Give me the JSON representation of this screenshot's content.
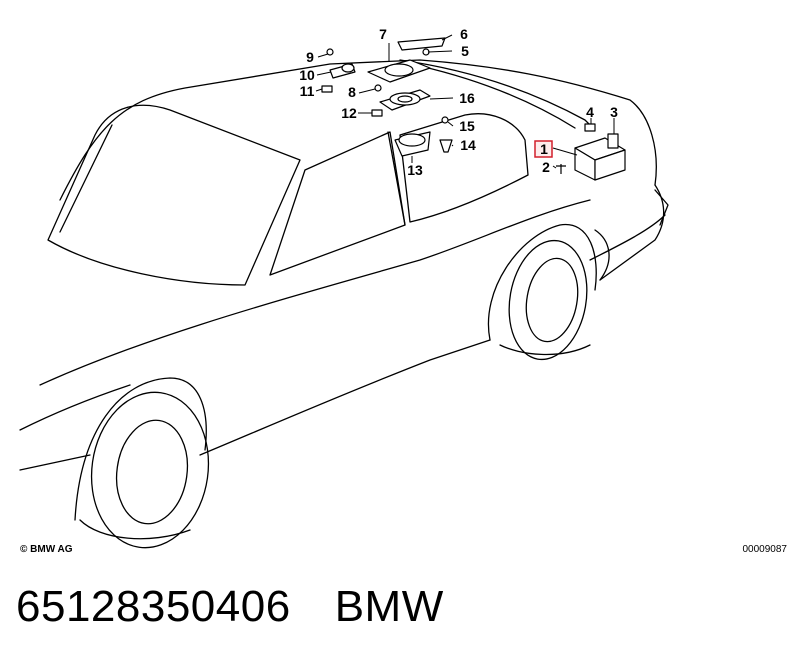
{
  "diagram": {
    "callouts": [
      "1",
      "2",
      "3",
      "4",
      "5",
      "6",
      "7",
      "8",
      "9",
      "10",
      "11",
      "12",
      "13",
      "14",
      "15",
      "16"
    ],
    "highlighted_callout": "1",
    "highlight_color": "#d21f2b",
    "copyright": "© BMW AG",
    "image_code": "00009087"
  },
  "caption": {
    "part_number": "65128350406",
    "brand": "BMW"
  }
}
